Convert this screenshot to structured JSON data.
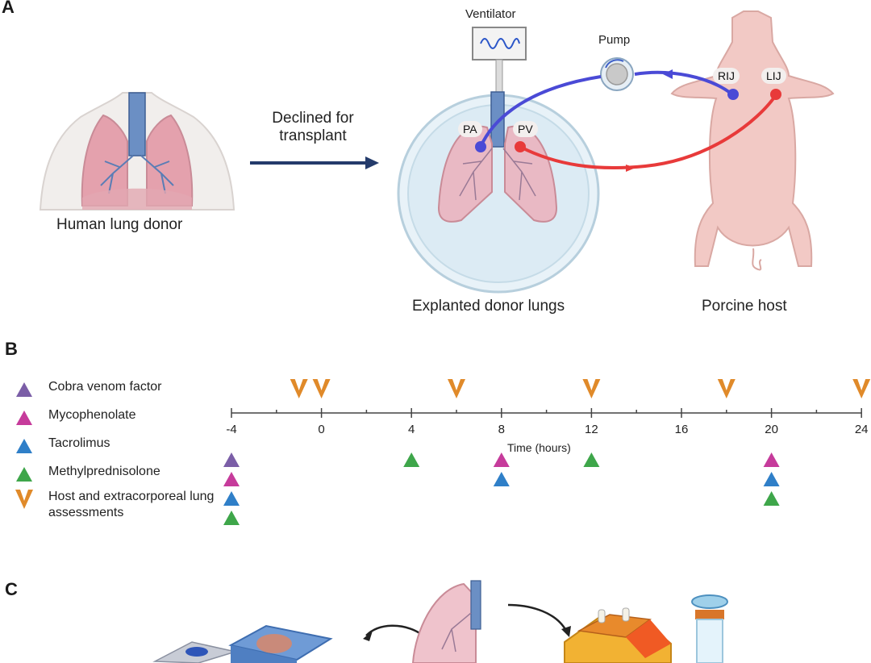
{
  "panels": {
    "a": "A",
    "b": "B",
    "c": "C"
  },
  "panel_a": {
    "donor_caption": "Human lung donor",
    "arrow_label_line1": "Declined for",
    "arrow_label_line2": "transplant",
    "ventilator_label": "Ventilator",
    "pump_label": "Pump",
    "pa_label": "PA",
    "pv_label": "PV",
    "rij_label": "RIJ",
    "lij_label": "LIJ",
    "lungs_caption": "Explanted donor lungs",
    "host_caption": "Porcine host"
  },
  "panel_b": {
    "legend": [
      {
        "shape": "triangle",
        "color": "#7b5ea7",
        "label": "Cobra venom factor"
      },
      {
        "shape": "triangle",
        "color": "#c63b9b",
        "label": "Mycophenolate"
      },
      {
        "shape": "triangle",
        "color": "#2f7fc8",
        "label": "Tacrolimus"
      },
      {
        "shape": "triangle",
        "color": "#3ea64a",
        "label": "Methylprednisolone"
      },
      {
        "shape": "chevron",
        "color": "#e08a2a",
        "label": "Host and extracorporeal lung assessments"
      }
    ],
    "axis_label": "Time (hours)",
    "ticks": [
      "-4",
      "0",
      "4",
      "8",
      "12",
      "16",
      "20",
      "24"
    ],
    "assessment_times": [
      -1,
      0,
      6,
      12,
      18,
      24
    ],
    "doses": {
      "-4": [
        "#7b5ea7",
        "#c63b9b",
        "#2f7fc8",
        "#3ea64a"
      ],
      "4": [
        "#3ea64a"
      ],
      "8": [
        "#c63b9b",
        "#2f7fc8"
      ],
      "12": [
        "#3ea64a"
      ],
      "20": [
        "#c63b9b",
        "#2f7fc8",
        "#3ea64a"
      ]
    }
  }
}
